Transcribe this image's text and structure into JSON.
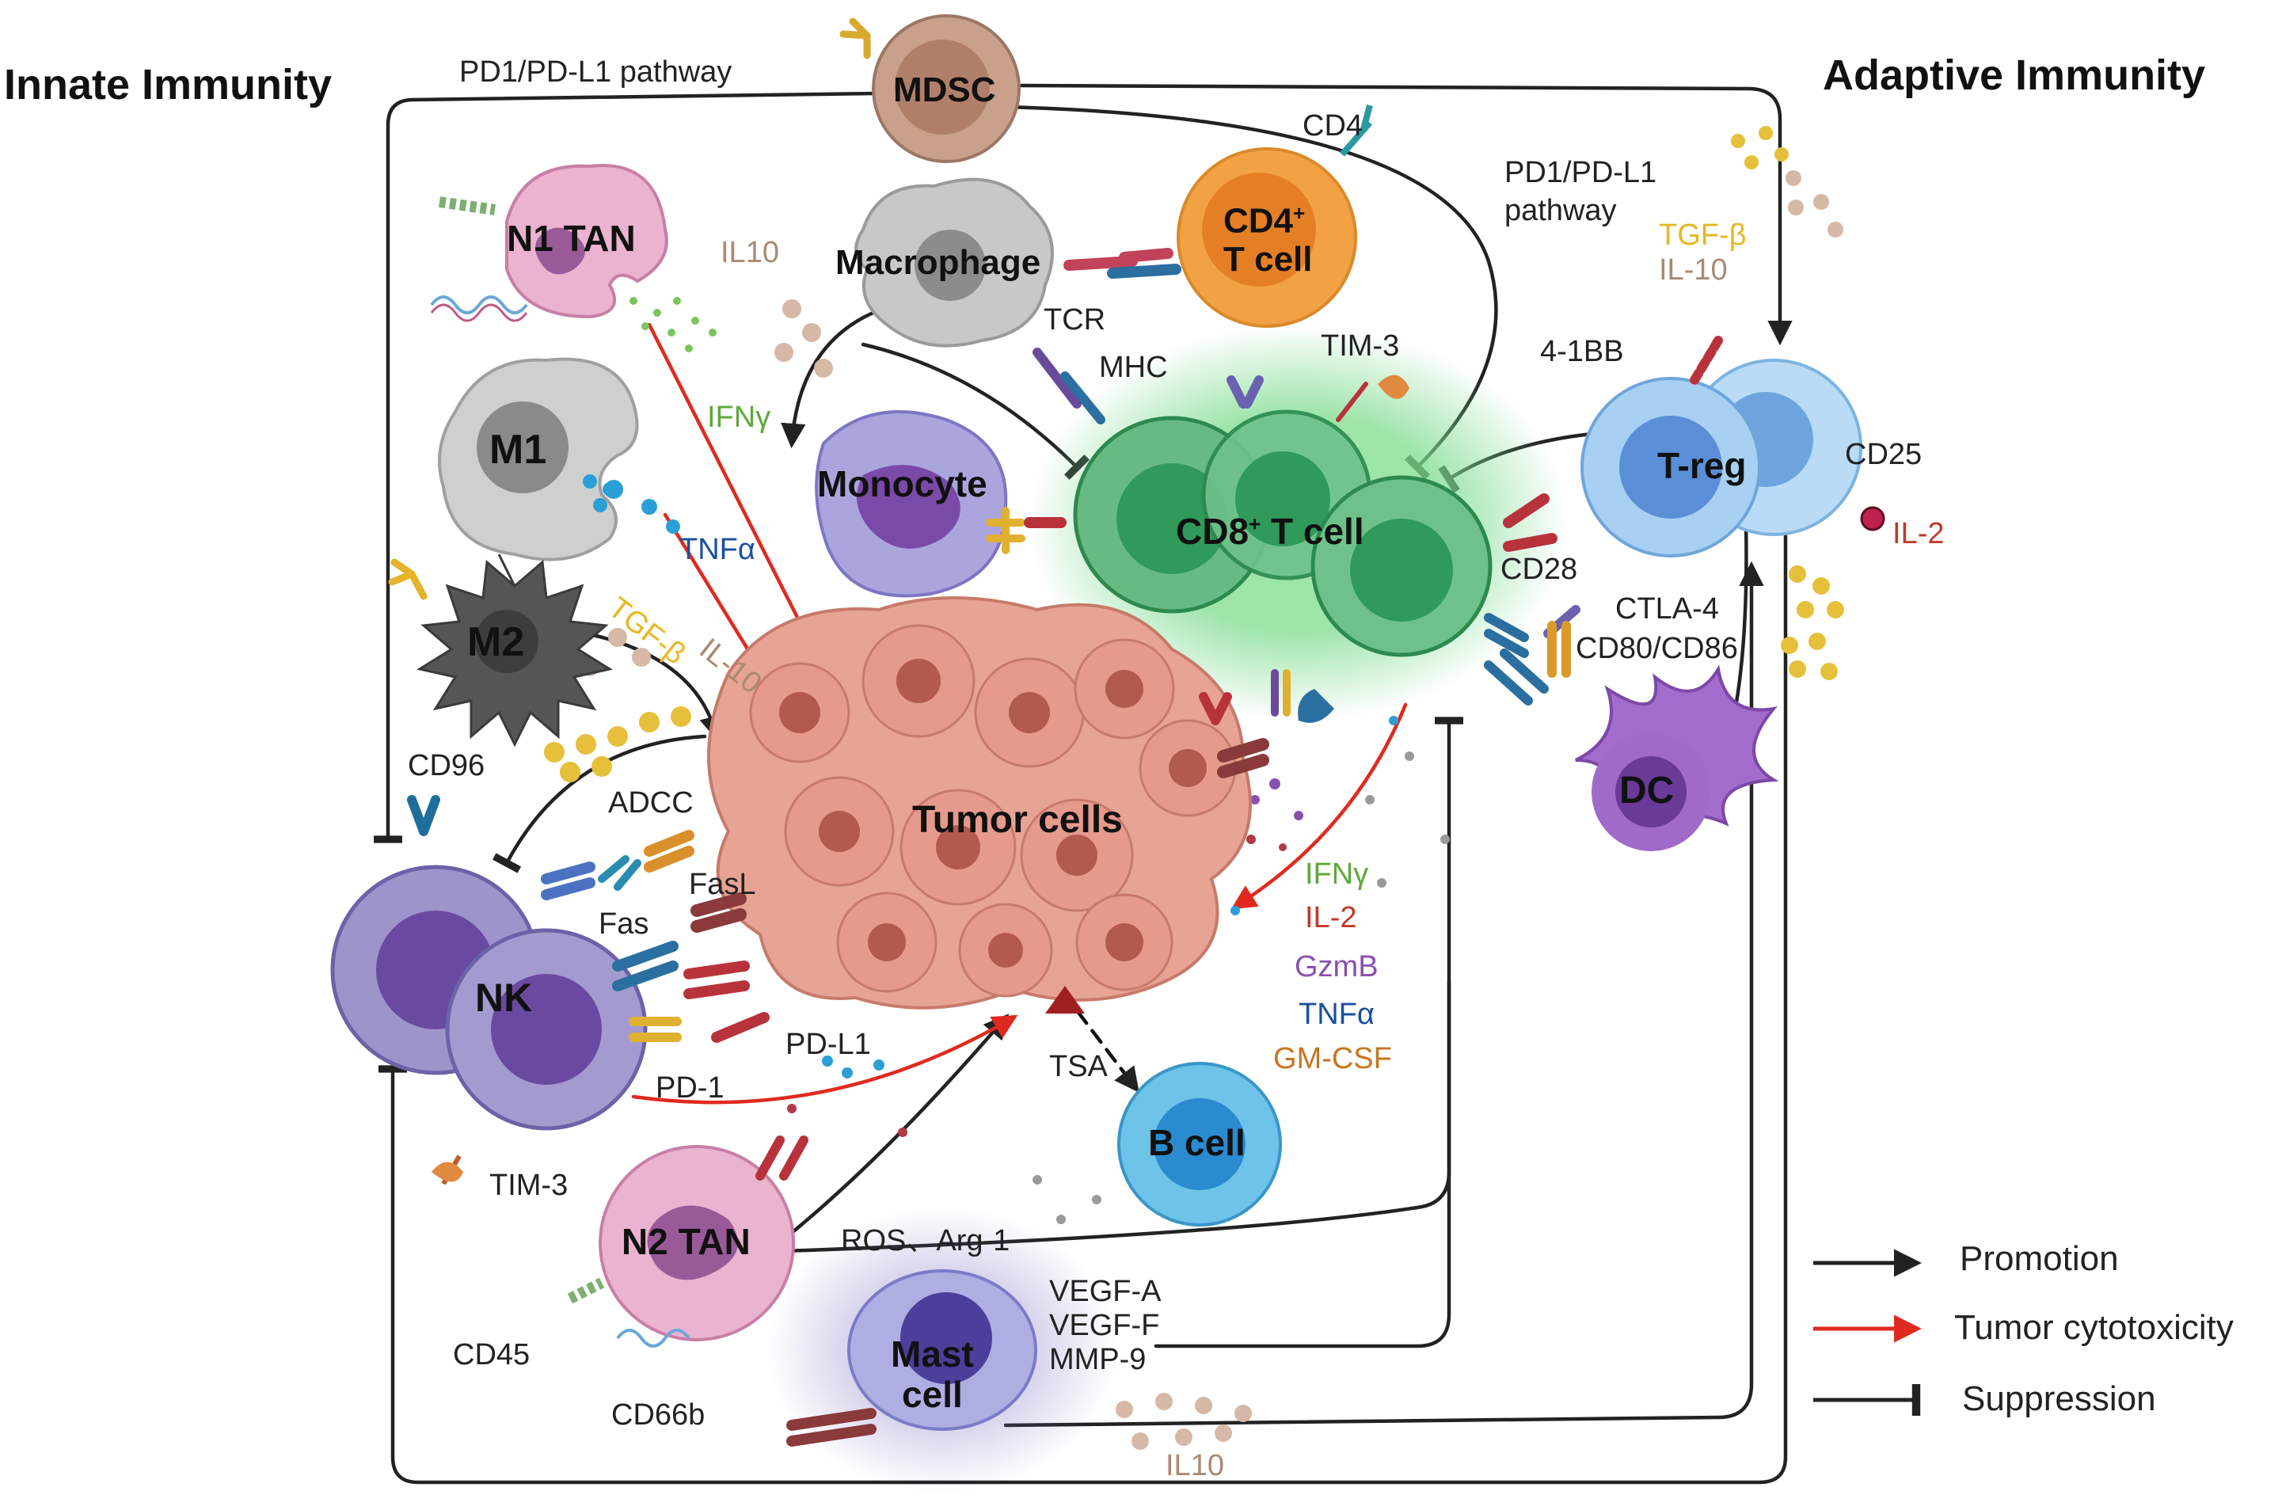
{
  "titles": {
    "innate": "Innate Immunity",
    "adaptive": "Adaptive Immunity"
  },
  "cells": {
    "mdsc": "MDSC",
    "n1_tan": "N1 TAN",
    "macrophage": "Macrophage",
    "cd4_line1": "CD4",
    "cd4_sup": "+",
    "cd4_line2": "T cell",
    "m1": "M1",
    "m2": "M2",
    "monocyte": "Monocyte",
    "cd8": "CD8",
    "cd8_sup": "+",
    "cd8_tail": " T cell",
    "treg": "T-reg",
    "dc": "DC",
    "tumor": "Tumor cells",
    "nk": "NK",
    "b_cell": "B cell",
    "n2_tan": "N2 TAN",
    "mast_line1": "Mast",
    "mast_line2": "cell"
  },
  "molecules": {
    "pd1_pdl1_top": "PD1/PD-L1 pathway",
    "cd4": "CD4",
    "pd1_pdl1_right_1": "PD1/PD-L1",
    "pd1_pdl1_right_2": "pathway",
    "tgfb_top": "TGF-β",
    "il10_top": "IL-10",
    "il10_n1": "IL10",
    "tcr": "TCR",
    "mhc": "MHC",
    "tim3_top": "TIM-3",
    "bb41": "4-1BB",
    "ifng_left": "IFNγ",
    "cd25": "CD25",
    "il2_right": "IL-2",
    "tnfa_left": "TNFα",
    "tgfb_left": "TGF-β",
    "il10_left": "IL-10",
    "cd28": "CD28",
    "ctla4": "CTLA-4",
    "cd80_86": "CD80/CD86",
    "cd96": "CD96",
    "adcc": "ADCC",
    "fasl": "FasL",
    "fas": "Fas",
    "ifng_right": "IFNγ",
    "il2_mid": "IL-2",
    "gzmb": "GzmB",
    "tnfa_right": "TNFα",
    "gmcsf": "GM-CSF",
    "pdl1": "PD-L1",
    "pd1": "PD-1",
    "tsa": "TSA",
    "tim3_bottom": "TIM-3",
    "ros_arg": "ROS、Arg-1",
    "vegfa": "VEGF-A",
    "vegff": "VEGF-F",
    "mmp9": "MMP-9",
    "cd45": "CD45",
    "cd66b": "CD66b",
    "il10_bottom": "IL10"
  },
  "legend": {
    "promotion": "Promotion",
    "cytotoxicity": "Tumor cytotoxicity",
    "suppression": "Suppression"
  },
  "colors": {
    "promotion": "#222222",
    "cytotoxicity": "#e02a1f",
    "suppression": "#222222",
    "ifng": "#5fa83a",
    "il2": "#c0392b",
    "gzmb": "#8a4fb0",
    "tnfa": "#1c4fa0",
    "gmcsf": "#c7751f",
    "tgfb": "#e6b820",
    "il10": "#a88a72",
    "cd8_cell": "#5bb47b",
    "tumor_cell": "#e59a8c",
    "nk_cell": "#8f85c4",
    "treg_cell": "#9ecbef",
    "b_cell": "#4fb2de",
    "dc_cell": "#9a66c6",
    "mdsc_cell": "#c49a86",
    "cd4_cell": "#f0a042"
  }
}
